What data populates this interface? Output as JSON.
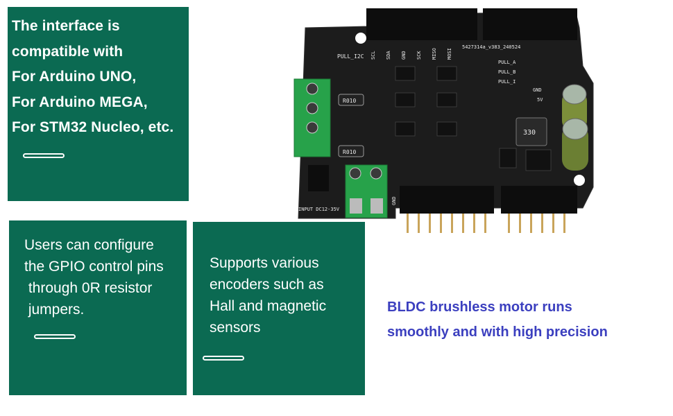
{
  "cards": {
    "compat": {
      "lines": [
        "The interface is",
        "compatible with",
        "For Arduino UNO,",
        "For Arduino MEGA,",
        "For STM32 Nucleo, etc."
      ]
    },
    "gpio": {
      "lines": [
        "Users can configure",
        "the GPIO control pins",
        " through 0R resistor",
        " jumpers."
      ]
    },
    "encoders": {
      "lines": [
        "Supports various",
        "encoders such as",
        "Hall and magnetic",
        "sensors"
      ]
    }
  },
  "headline": {
    "lines": [
      "BLDC brushless motor runs",
      "smoothly and with high precision"
    ]
  },
  "board": {
    "silkscreen": {
      "pull_i2c": "PULL_I2C",
      "pins": [
        "SCL",
        "SDA",
        "GND",
        "SCK",
        "MISO",
        "MOSI"
      ],
      "version": "5427314a_v383_240524",
      "pull_a": "PULL_A",
      "pull_b": "PULL_B",
      "pull_i": "PULL_I",
      "gnd": "GND",
      "five_v": "5V",
      "r010_top": "R010",
      "r010_bottom": "R010",
      "inductor": "330",
      "input_label": "INPUT DC12-35V",
      "gnd_bottom": "GND"
    },
    "colors": {
      "pcb": "#1c1c1c",
      "terminal": "#27a24a",
      "header": "#0d0d0d",
      "pin": "#c9a45a",
      "cap": "#7c8f3a"
    }
  },
  "colors": {
    "card_bg": "#0b6a52",
    "headline": "#3b3fbf"
  }
}
